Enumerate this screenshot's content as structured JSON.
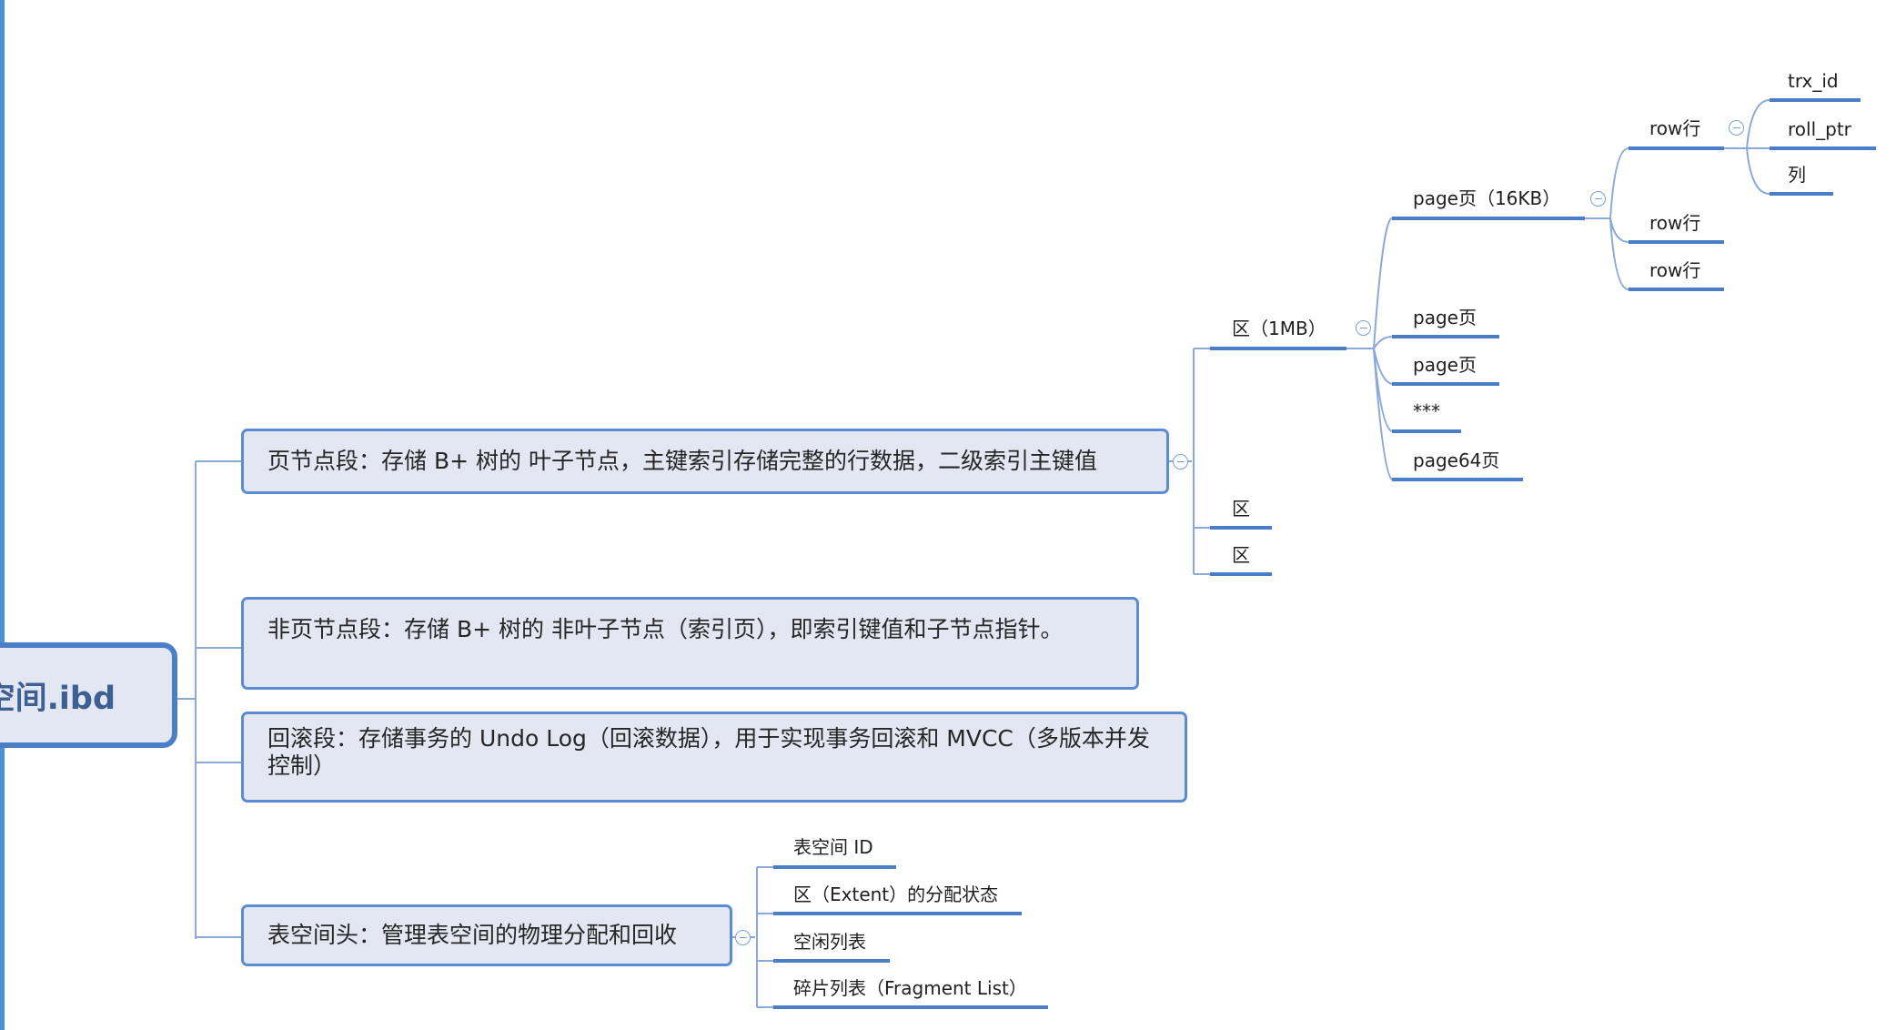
{
  "root": {
    "label": "空间.ibd"
  },
  "segments": [
    {
      "label": "页节点段：存储 B+ 树的 叶子节点，主键索引存储完整的行数据，二级索引主键值"
    },
    {
      "label": "非页节点段：存储 B+ 树的 非叶子节点（索引页），即索引键值和子节点指针。"
    },
    {
      "label": "回滚段：存储事务的 Undo Log（回滚数据），用于实现事务回滚和 MVCC（多版本并发控制）"
    },
    {
      "label": "表空间头：管理表空间的物理分配和回收"
    }
  ],
  "extents": [
    {
      "label": "区（1MB）"
    },
    {
      "label": "区"
    },
    {
      "label": "区"
    }
  ],
  "pages": [
    {
      "label": "page页（16KB）"
    },
    {
      "label": "page页"
    },
    {
      "label": "page页"
    },
    {
      "label": "***"
    },
    {
      "label": "page64页"
    }
  ],
  "rows": [
    {
      "label": "row行"
    },
    {
      "label": "row行"
    },
    {
      "label": "row行"
    }
  ],
  "columns": [
    {
      "label": "trx_id"
    },
    {
      "label": "roll_ptr"
    },
    {
      "label": "列"
    }
  ],
  "header_items": [
    {
      "label": "表空间 ID"
    },
    {
      "label": "区（Extent）的分配状态"
    },
    {
      "label": "空闲列表"
    },
    {
      "label": "碎片列表（Fragment List）"
    }
  ],
  "colors": {
    "accent": "#5b8bd3",
    "node_fill": "#e3e7f2",
    "connector": "#8aa9d8"
  }
}
